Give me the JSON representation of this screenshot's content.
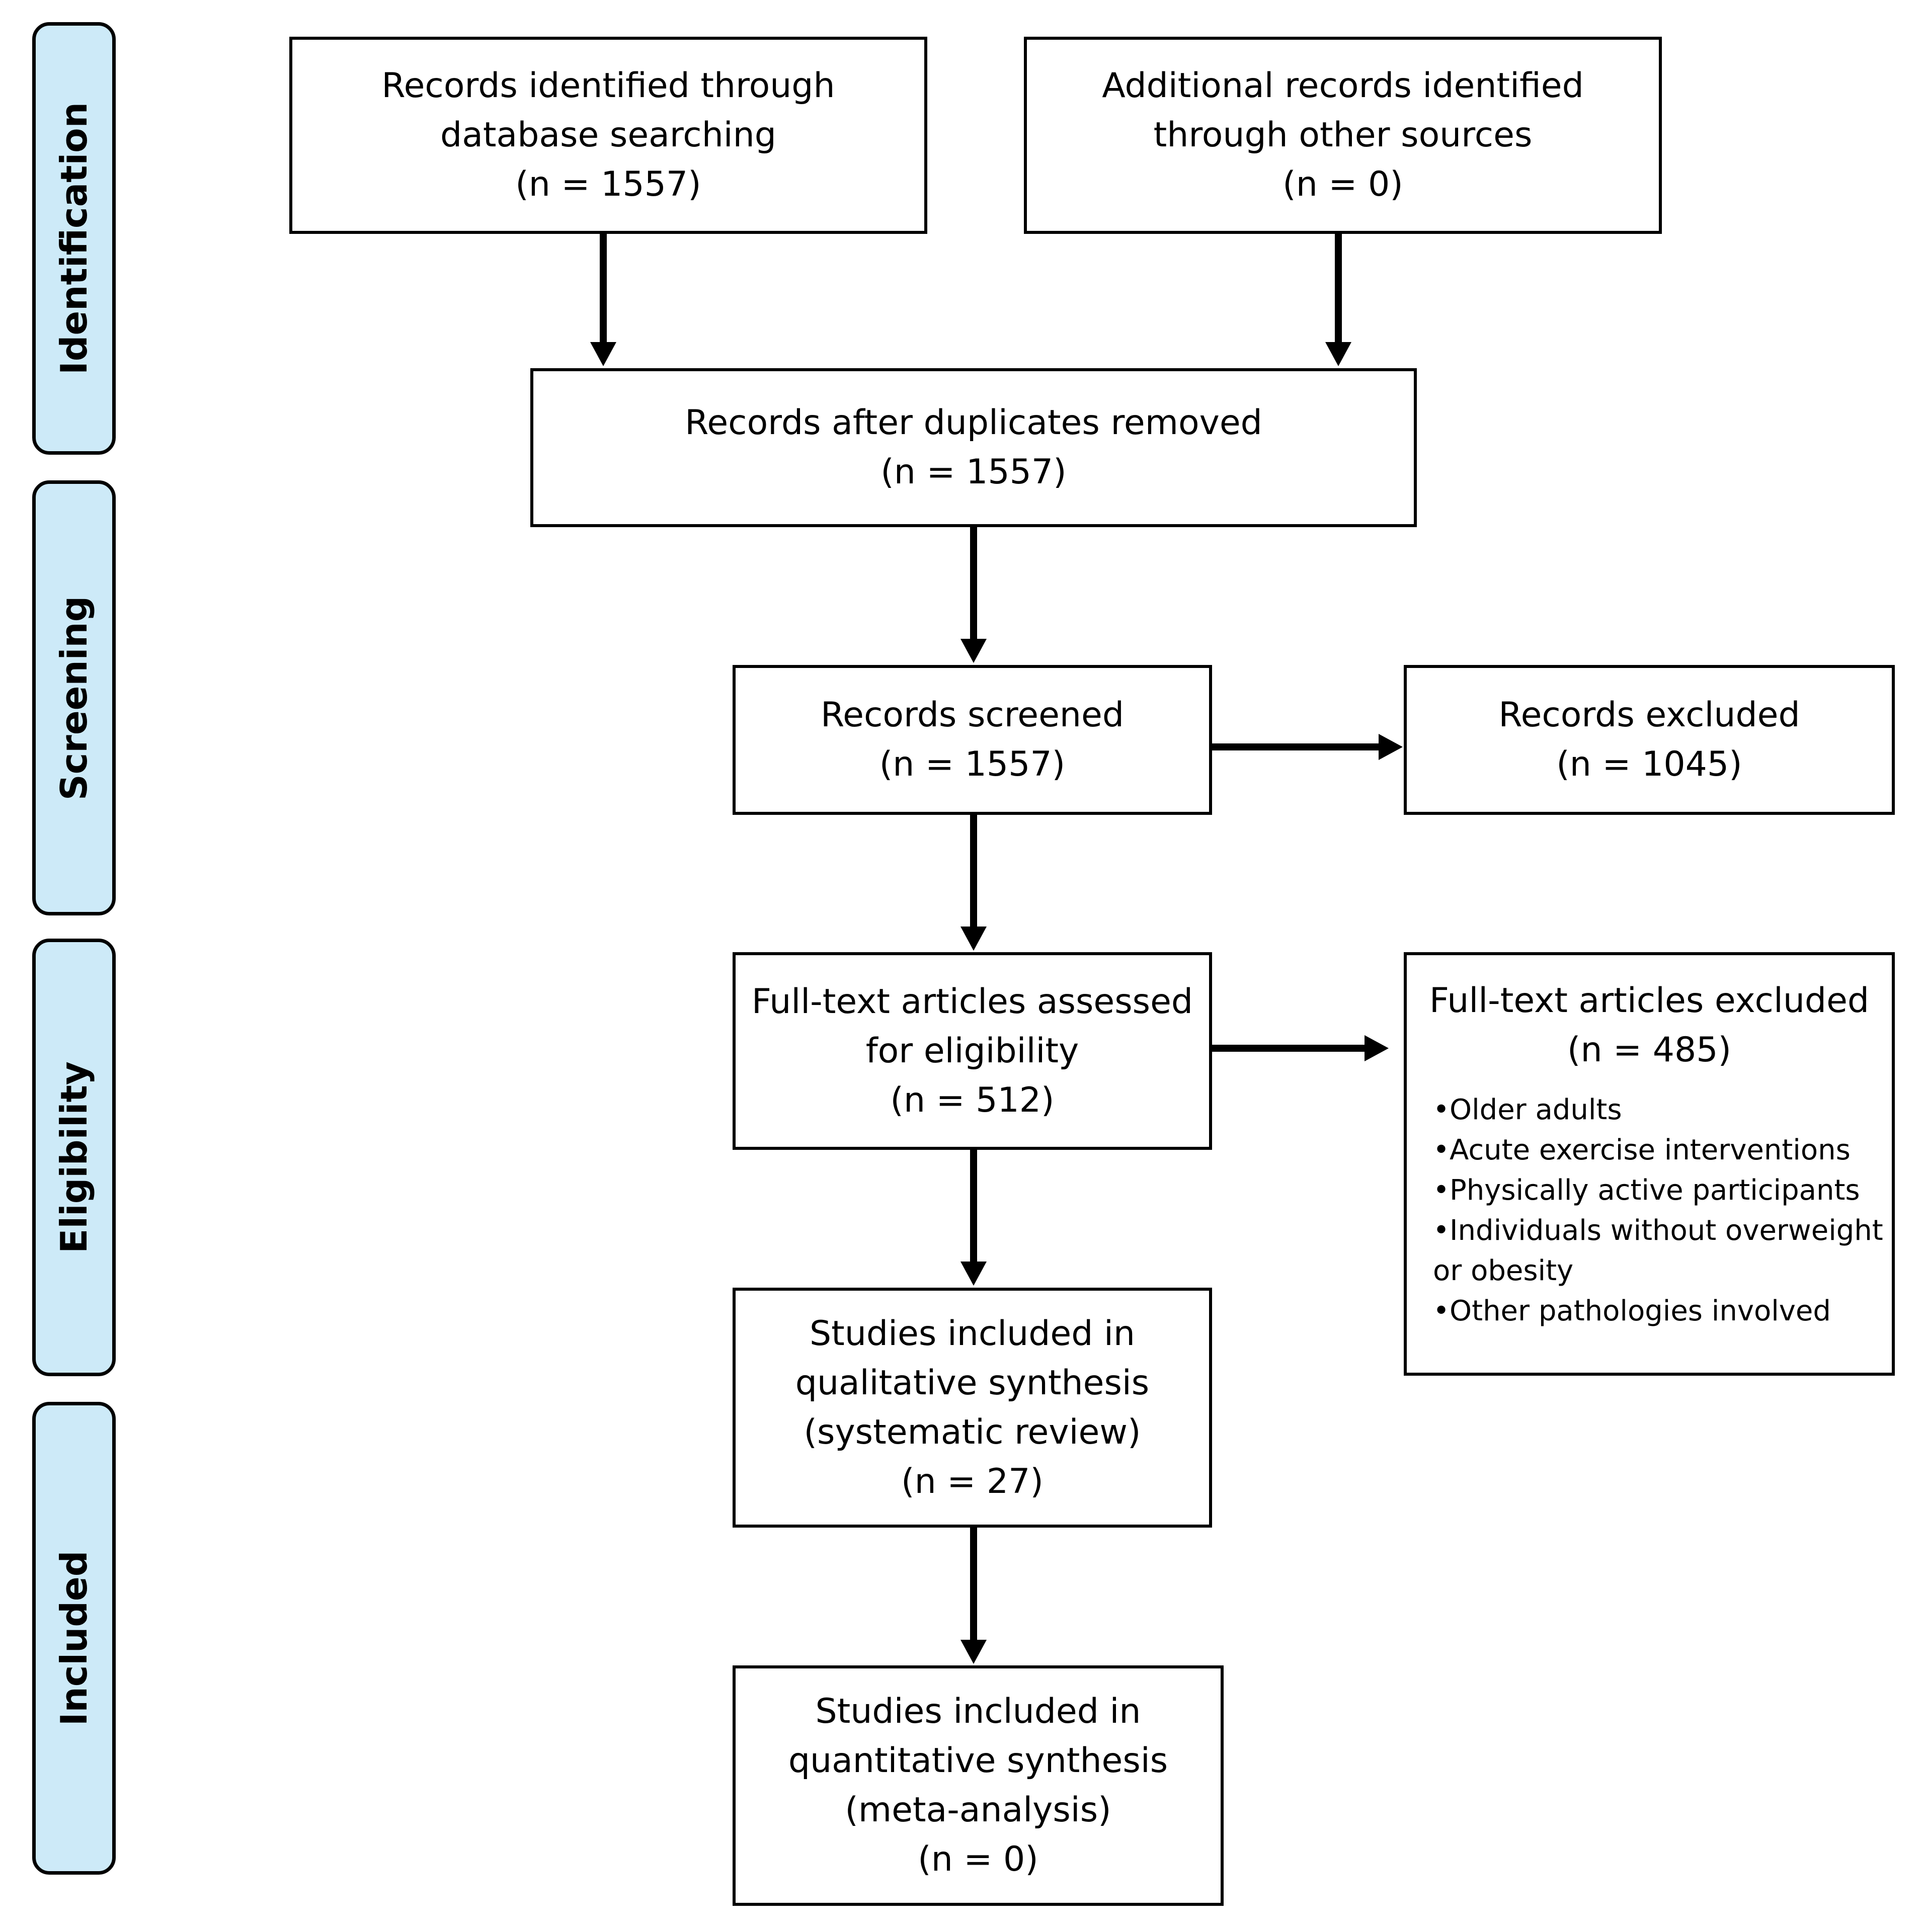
{
  "stages": {
    "identification": "Identification",
    "screening": "Screening",
    "eligibility": "Eligibility",
    "included": "Included"
  },
  "boxes": {
    "database": [
      "Records identified through",
      "database searching",
      "(n = 1557)"
    ],
    "other_sources": [
      "Additional records identified",
      "through other sources",
      "(n = 0)"
    ],
    "duplicates_removed": [
      "Records after duplicates removed",
      "(n = 1557)"
    ],
    "screened": [
      "Records screened",
      "(n = 1557)"
    ],
    "excluded": [
      "Records excluded",
      "(n = 1045)"
    ],
    "fulltext_assessed": [
      "Full-text articles assessed",
      "for eligibility",
      "(n = 512)"
    ],
    "fulltext_excluded": {
      "title": "Full-text articles excluded",
      "count": "(n = 485)",
      "reasons": [
        "•Older adults",
        "•Acute exercise interventions",
        "•Physically active participants",
        "•Individuals without overweight",
        "or obesity",
        "•Other pathologies involved"
      ]
    },
    "qualitative": [
      "Studies included in",
      "qualitative synthesis",
      "(systematic review)",
      "(n = 27)"
    ],
    "quantitative": [
      "Studies included in",
      "quantitative synthesis",
      "(meta-analysis)",
      "(n = 0)"
    ]
  },
  "colors": {
    "stage_fill": "#cdeaf8",
    "stroke": "#000000"
  }
}
